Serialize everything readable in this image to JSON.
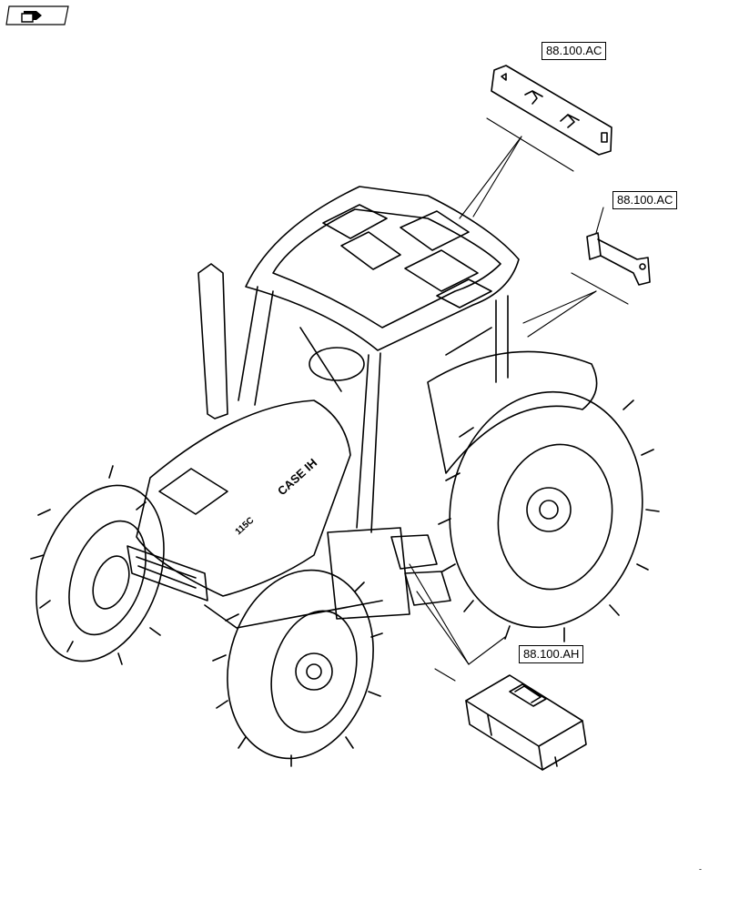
{
  "callouts": [
    {
      "id": "callout-1",
      "label": "88.100.AC"
    },
    {
      "id": "callout-2",
      "label": "88.100.AC"
    },
    {
      "id": "callout-3",
      "label": "88.100.AH"
    }
  ],
  "hood_brand": "CASE IH",
  "model_badge": "115C",
  "page_mark": "-",
  "icons": {
    "nav": "book-arrow-icon",
    "tractor": "tractor-drawing",
    "plate_part": "bracket-plate-drawing",
    "bracket_part": "mount-bracket-drawing",
    "toolbox_part": "toolbox-drawing"
  }
}
